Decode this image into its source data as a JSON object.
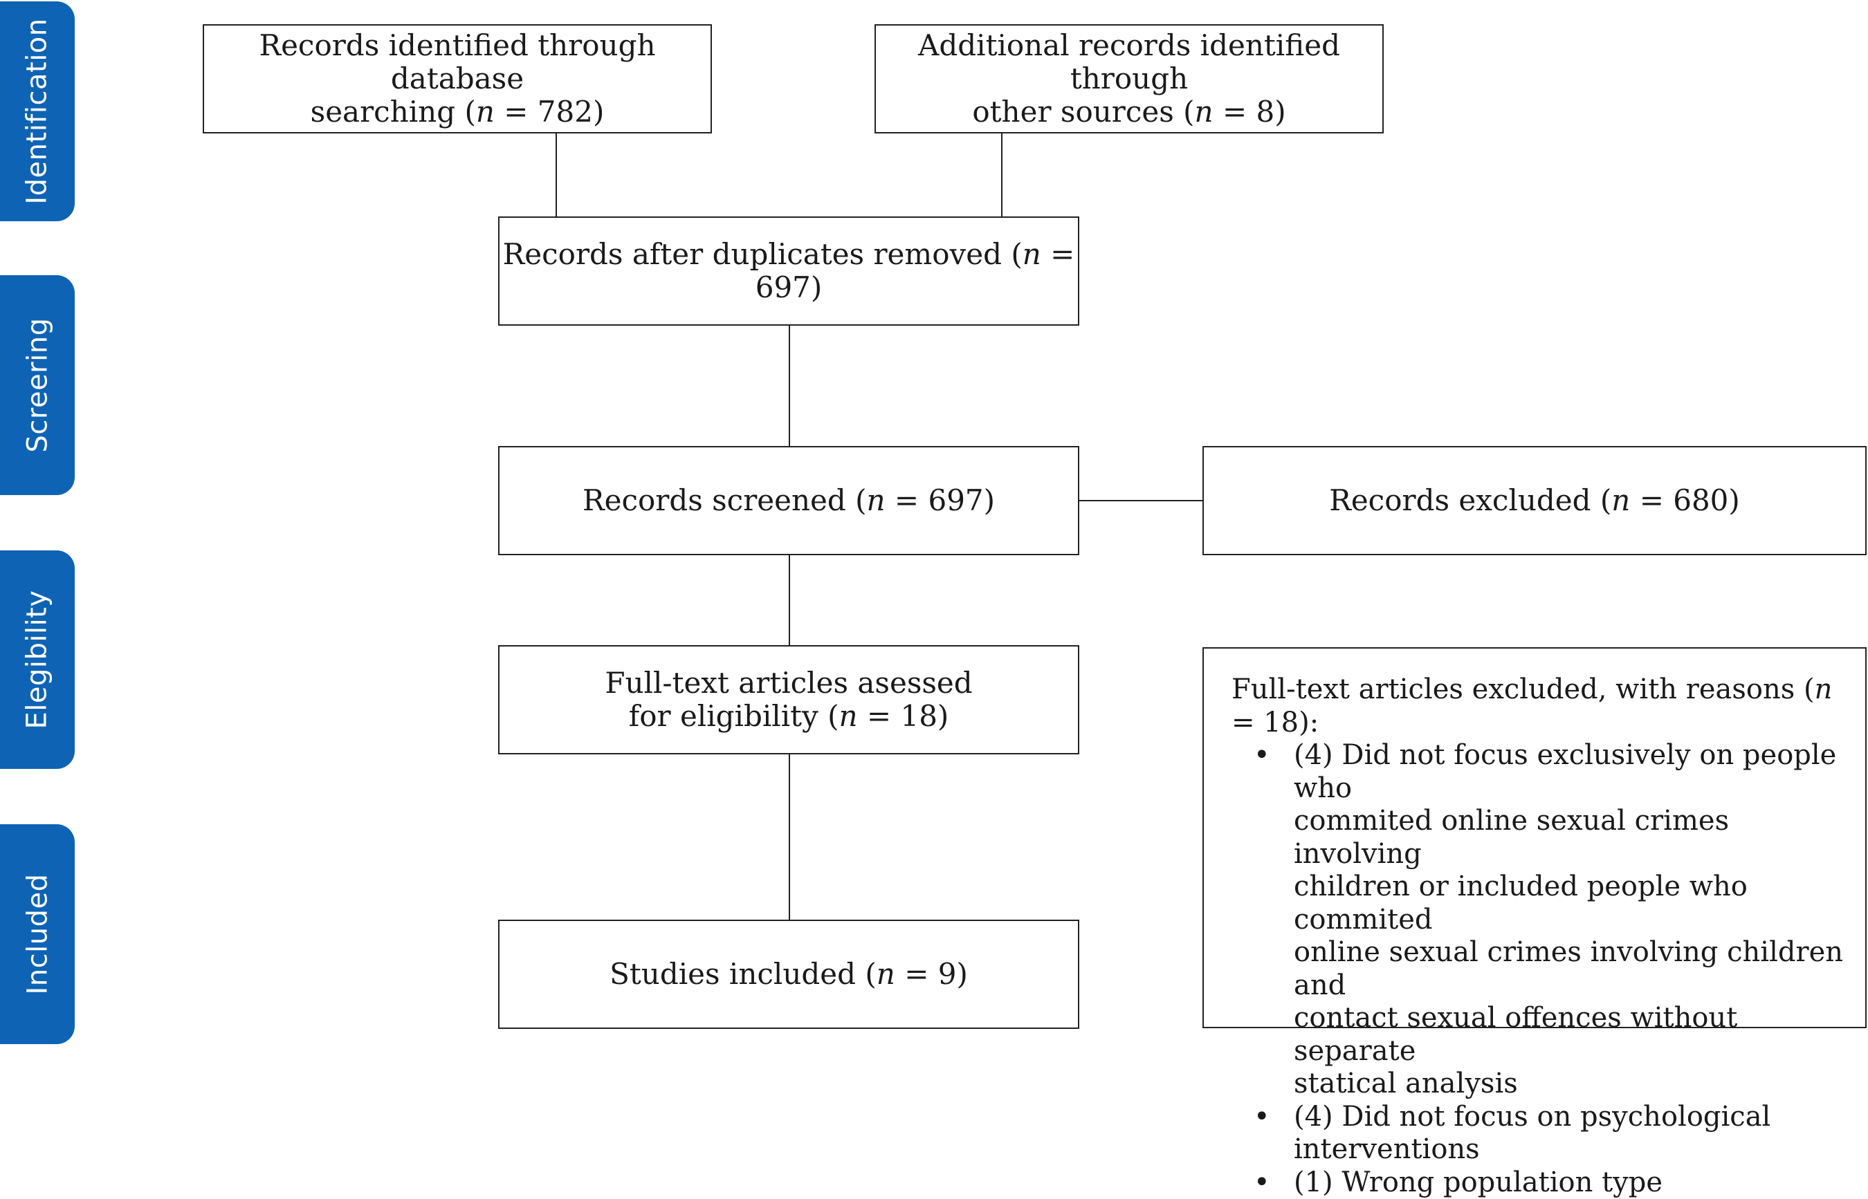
{
  "phases": {
    "identification": "Identification",
    "screening": "Screering",
    "eligibility": "Elegibility",
    "included": "Included"
  },
  "boxes": {
    "database_search": {
      "line1": "Records identified through database",
      "line2_pre": "searching (",
      "n": "n",
      "line2_post": " = 782)"
    },
    "other_sources": {
      "line1": "Additional records identified through",
      "line2_pre": "other sources (",
      "n": "n",
      "line2_post": " = 8)"
    },
    "duplicates_removed": {
      "pre": "Records after duplicates removed (",
      "n": "n",
      "post": " = 697)"
    },
    "screened": {
      "pre": "Records screened (",
      "n": "n",
      "post": " = 697)"
    },
    "excluded": {
      "pre": "Records excluded (",
      "n": "n",
      "post": " = 680)"
    },
    "fulltext_assessed": {
      "line1": "Full-text articles asessed",
      "line2_pre": "for eligibility (",
      "n": "n",
      "line2_post": " = 18)"
    },
    "included": {
      "pre": "Studies included (",
      "n": "n",
      "post": " = 9)"
    }
  },
  "fulltext_excluded": {
    "heading_pre": "Full-text articles excluded, with reasons (",
    "n": "n",
    "heading_post": " = 18):",
    "bullet": "•",
    "reasons": [
      [
        "(4) Did not focus exclusively on people who",
        "commited online sexual crimes involving",
        "children or included people who commited",
        "online sexual crimes involving children and",
        "contact sexual offences without separate",
        "statical analysis"
      ],
      [
        "(4) Did not focus on psychological",
        "interventions"
      ],
      [
        "(1) Wrong population type"
      ]
    ]
  },
  "colors": {
    "phase_fill": "#0e63b4",
    "phase_text": "#ffffff",
    "box_border": "#222222"
  }
}
